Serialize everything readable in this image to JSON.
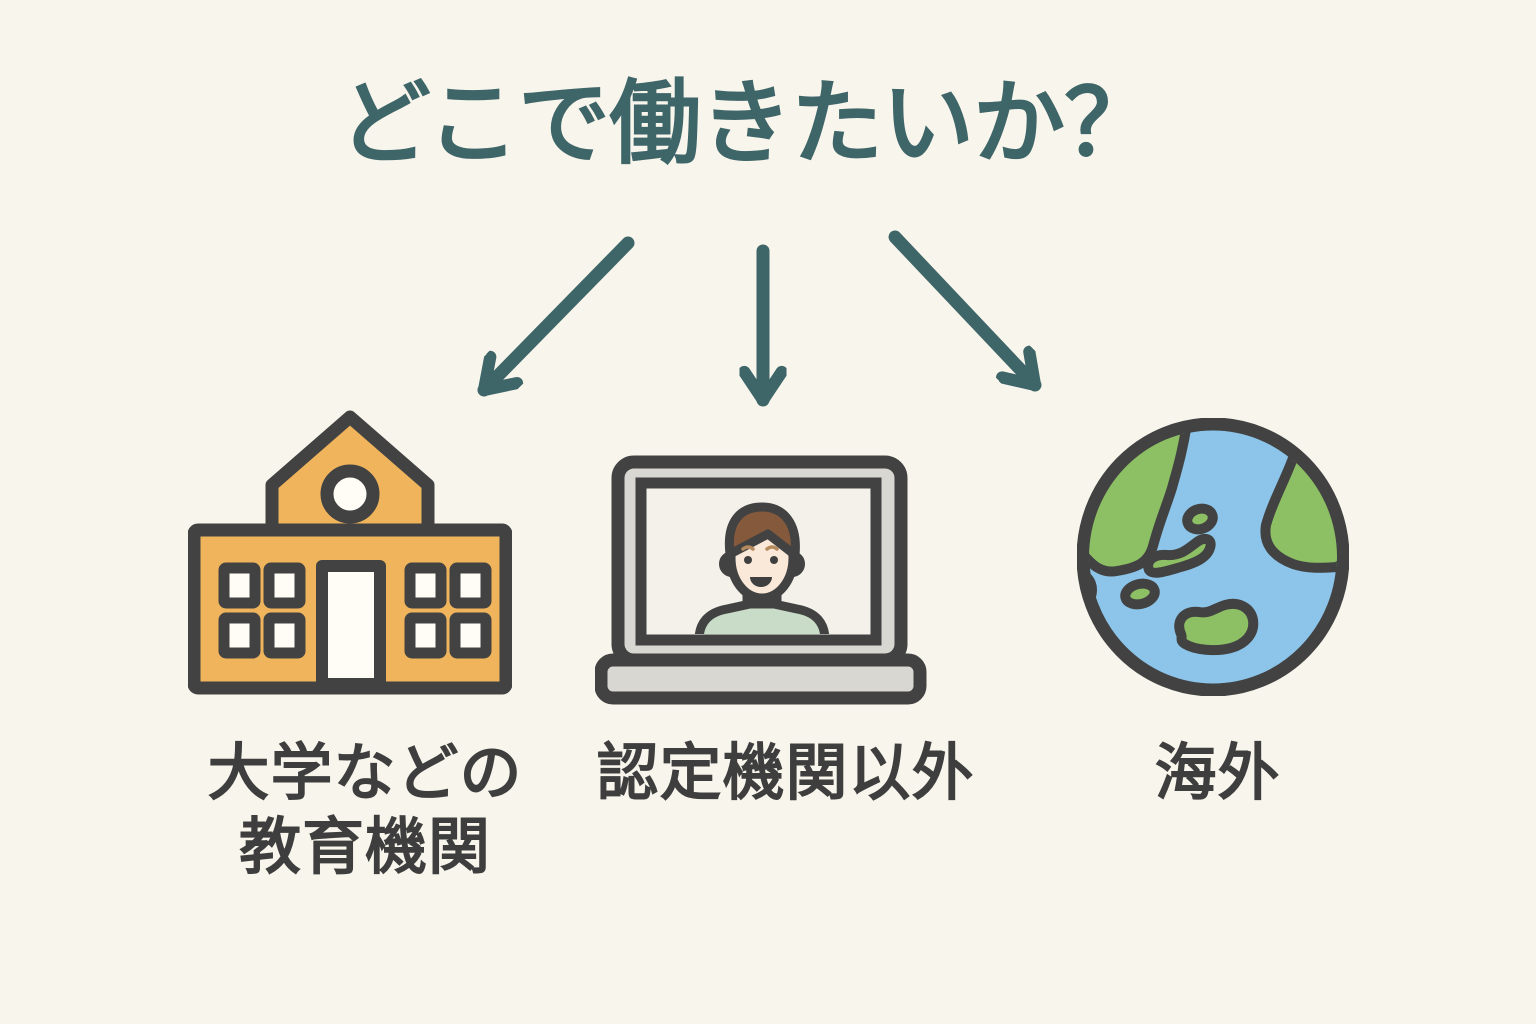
{
  "title": "どこで働きたいか？",
  "options": [
    {
      "icon": "school-building-icon",
      "label_line1": "大学などの",
      "label_line2": "教育機関"
    },
    {
      "icon": "laptop-video-call-icon",
      "label": "認定機関以外"
    },
    {
      "icon": "globe-icon",
      "label": "海外"
    }
  ],
  "colors": {
    "background": "#f8f5ec",
    "accent_teal": "#3e6568",
    "text_dark": "#3e3e3e",
    "outline": "#424242",
    "school_orange": "#efb45c",
    "window_white": "#fffdf6",
    "laptop_gray": "#d8d7d1",
    "screen_white": "#f3f1ea",
    "globe_blue": "#8cc5e9",
    "globe_green": "#8dc065",
    "hair_brown": "#855a3c",
    "skin": "#fae9d8",
    "shirt_green": "#c8dcc7",
    "eyebrow_brown": "#b58a5e",
    "mouth_dark": "#3f3f3f"
  }
}
